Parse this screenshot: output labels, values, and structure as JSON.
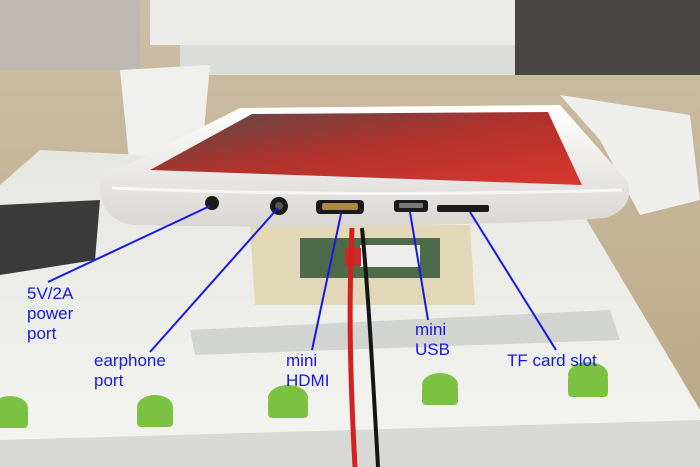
{
  "annotations": {
    "power_port": "5V/2A\npower\nport",
    "earphone_port": "earphone\nport",
    "mini_hdmi": "mini\nHDMI",
    "mini_usb": "mini\nUSB",
    "tf_card_slot": "TF card slot"
  },
  "colors": {
    "annotation": "#1717e6",
    "tablet_body": "#f2f0ee",
    "screen": "#c42a24",
    "desk": "#c9b79a",
    "wire_red": "#d42020",
    "wire_black": "#151515",
    "android_green": "#7cc242"
  }
}
